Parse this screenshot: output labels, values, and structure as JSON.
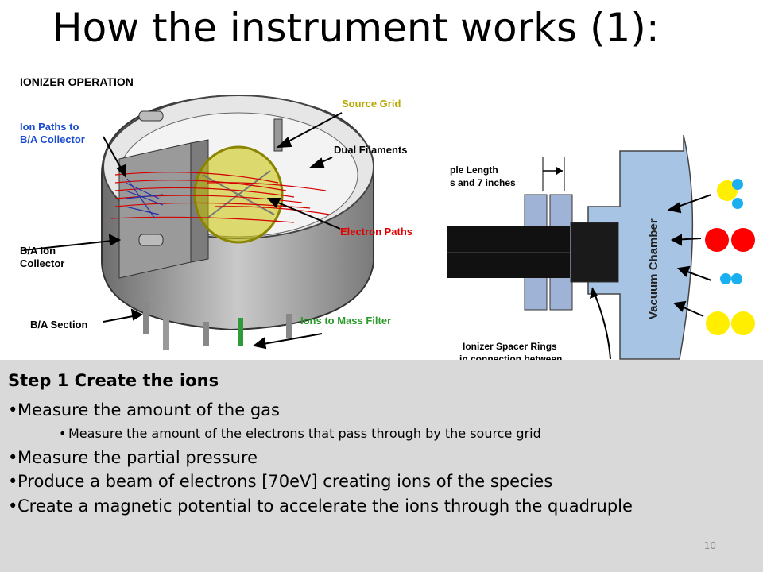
{
  "slide": {
    "title": "How the instrument works (1):",
    "page_number": "10"
  },
  "figure_left": {
    "heading": "IONIZER OPERATION",
    "labels": {
      "source_grid": "Source Grid",
      "ion_paths_1": "Ion Paths to",
      "ion_paths_2": "B/A Collector",
      "dual_filaments": "Dual Filaments",
      "electron_paths": "Electron Paths",
      "ba_ion_1": "B/A Ion",
      "ba_ion_2": "Collector",
      "ba_section": "B/A Section",
      "ions_to_mass_filter": "Ions to Mass Filter"
    },
    "colors": {
      "label_yellow": "#b9a700",
      "label_blue": "#1a4bd1",
      "label_red": "#e00000"
    }
  },
  "figure_right": {
    "label_top_1": "ple Length",
    "label_top_2": "s and 7 inches",
    "label_bottom_1": "Ionizer Spacer Rings",
    "label_bottom_2": "in connection between",
    "chamber_label": "Vacuum Chamber",
    "colors": {
      "chamber": "#a8c4e4",
      "molecule_yellow": "#ffee00",
      "molecule_blue": "#1ab0f0",
      "molecule_red": "#ff0000"
    }
  },
  "content": {
    "step_heading": "Step 1 Create the ions",
    "bullets": [
      "Measure the amount of the gas",
      "Measure the amount of the electrons that pass through by the source grid",
      "Measure the partial pressure",
      "Produce a beam of electrons [70eV] creating ions of the species",
      "Create a magnetic potential to accelerate the ions through the quadruple"
    ]
  }
}
